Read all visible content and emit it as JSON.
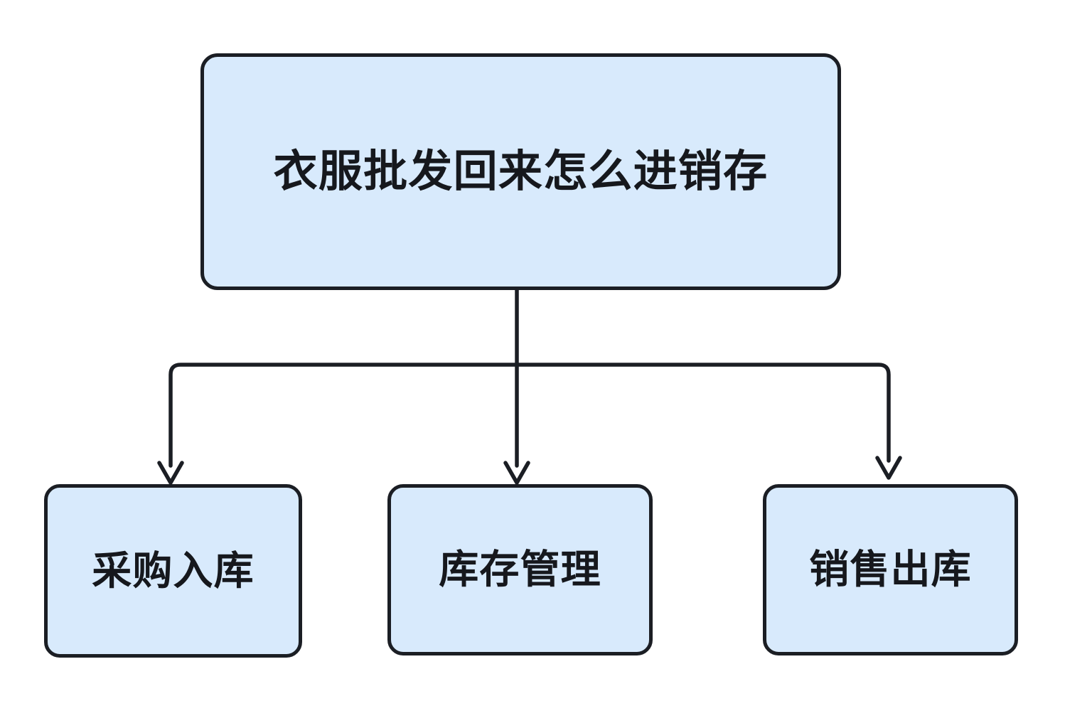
{
  "diagram": {
    "type": "flowchart",
    "orientation": "top-down",
    "background_color": "#ffffff",
    "node_fill_color": "#d8eafc",
    "node_border_color": "#1b1e24",
    "text_color": "#16181d",
    "connector_color": "#1b1e24",
    "root": {
      "id": "root",
      "label": "衣服批发回来怎么进销存",
      "label_line1": "衣服批发回来怎么",
      "label_line2": "进销存"
    },
    "children": [
      {
        "id": "purchase-inbound",
        "label": "采购入库"
      },
      {
        "id": "inventory-management",
        "label": "库存管理"
      },
      {
        "id": "sales-outbound",
        "label": "销售出库"
      }
    ],
    "edges": [
      {
        "from": "root",
        "to": "purchase-inbound",
        "style": "elbow",
        "arrow": "chevron"
      },
      {
        "from": "root",
        "to": "inventory-management",
        "style": "straight",
        "arrow": "chevron"
      },
      {
        "from": "root",
        "to": "sales-outbound",
        "style": "elbow",
        "arrow": "chevron"
      }
    ]
  }
}
